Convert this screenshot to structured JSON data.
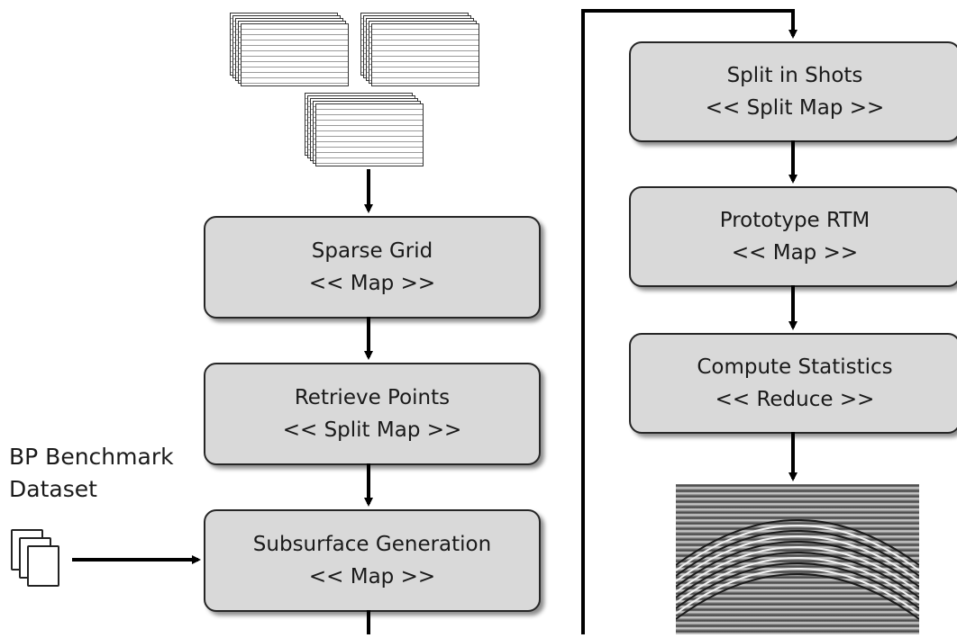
{
  "left_column": {
    "boxes": [
      {
        "title": "Sparse Grid",
        "subtitle": "<< Map >>"
      },
      {
        "title": "Retrieve Points",
        "subtitle": "<< Split Map >>"
      },
      {
        "title": "Subsurface Generation",
        "subtitle": "<< Map >>"
      }
    ]
  },
  "right_column": {
    "boxes": [
      {
        "title": "Split in Shots",
        "subtitle": "<< Split Map >>"
      },
      {
        "title": "Prototype RTM",
        "subtitle": "<< Map >>"
      },
      {
        "title": "Compute Statistics",
        "subtitle": "<< Reduce >>"
      }
    ]
  },
  "dataset_label": {
    "line1": "BP Benchmark",
    "line2": "Dataset"
  },
  "icons": {
    "data_stacks": "text-file-stack-icon",
    "dataset_documents": "document-stack-icon",
    "output_image": "seismic-image"
  },
  "colors": {
    "box_fill": "#d9d9d9",
    "box_border": "#262626",
    "arrow": "#000000"
  }
}
